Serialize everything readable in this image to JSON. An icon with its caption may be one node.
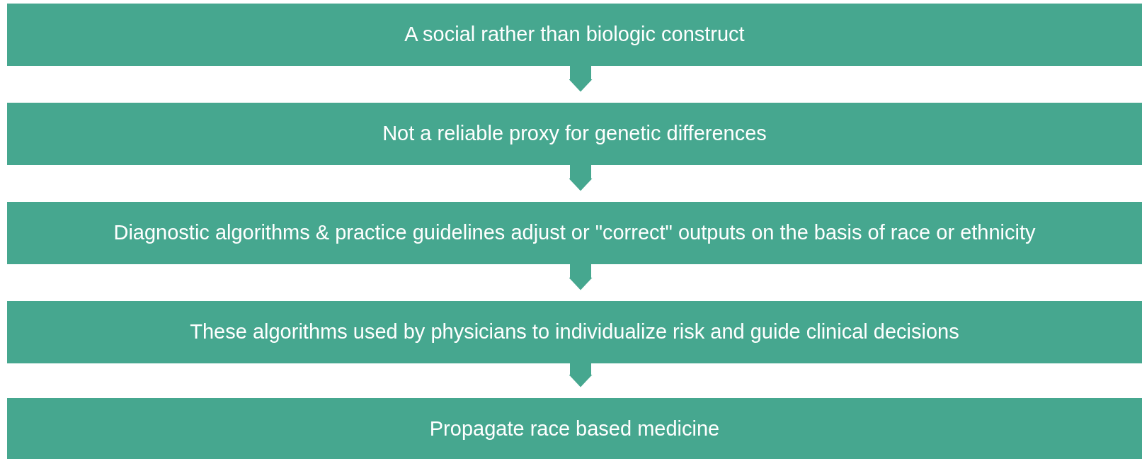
{
  "diagram": {
    "nodes": [
      {
        "text": [
          "A social rather than biologic construct"
        ]
      },
      {
        "text": [
          "Not a reliable proxy for genetic differences"
        ]
      },
      {
        "text": [
          "Diagnostic algorithms & practice guidelines adjust or \"correct\" outputs on the basis of race or ethnicity"
        ]
      },
      {
        "text": [
          "These algorithms used by physicians to individualize risk and guide clinical decisions"
        ]
      },
      {
        "text": [
          "Propagate race based medicine"
        ]
      }
    ],
    "edges": [
      {
        "from": 0,
        "to": 1,
        "arrow": "to"
      },
      {
        "from": 1,
        "to": 2,
        "arrow": "to"
      },
      {
        "from": 2,
        "to": 3,
        "arrow": "to"
      },
      {
        "from": 3,
        "to": 4,
        "arrow": "to"
      }
    ]
  }
}
